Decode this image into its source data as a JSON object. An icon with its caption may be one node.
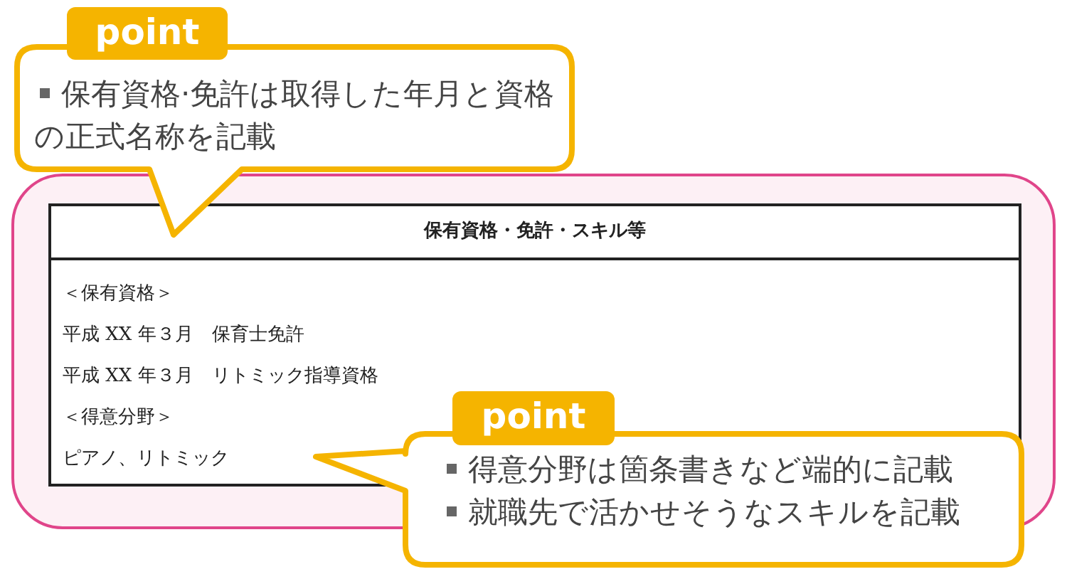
{
  "diagram": {
    "nodes": [
      {
        "text": [
          "point",
          "保有資格·免許は取得した年月と資格の正式名称を記載"
        ]
      },
      {
        "text": [
          "point",
          "得意分野は箇条書きなど端的に記載",
          "就職先で活かせそうなスキルを記載"
        ]
      }
    ],
    "labels": [
      "保有資格・免許・スキル等",
      "＜保有資格＞",
      "平成 XX 年３月　保育士免許",
      "平成 XX 年３月　リトミック指導資格",
      "＜得意分野＞",
      "ピアノ、リトミック"
    ]
  }
}
